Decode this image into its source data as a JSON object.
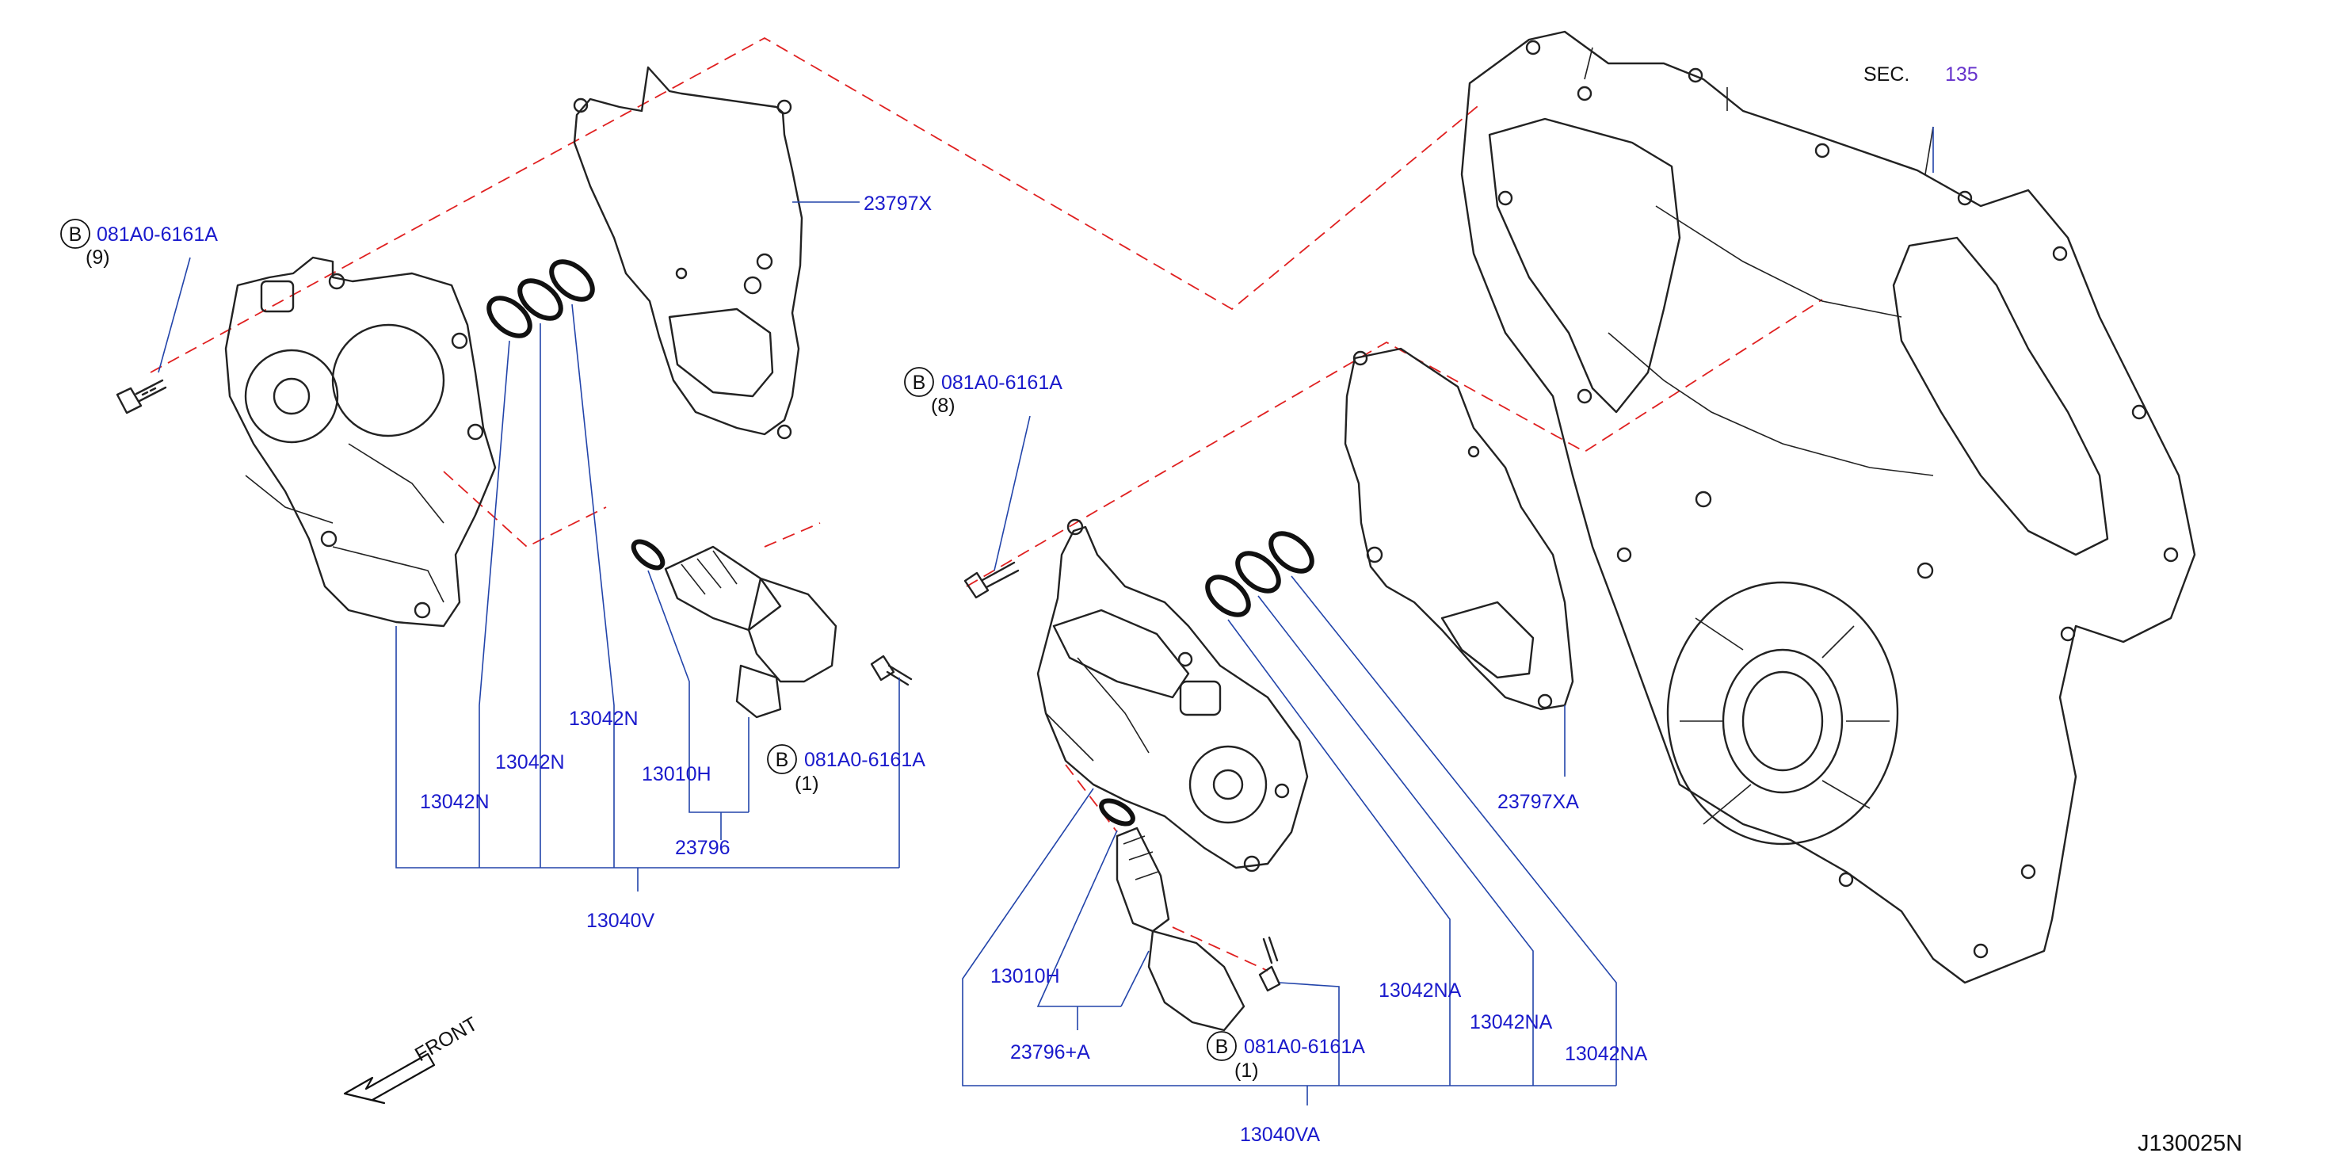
{
  "colors": {
    "label": "#1a1acc",
    "section_ref": "#6633cc",
    "leader": "#2244aa",
    "phantom_line": "#e02020",
    "outline": "#222222"
  },
  "section": {
    "prefix": "SEC.",
    "number": "135"
  },
  "front_indicator": "FRONT",
  "diagram_id": "J130025N",
  "bolt_symbol": "B",
  "left_assembly": {
    "bolt_top": {
      "part": "081A0-6161A",
      "qty": "(9)"
    },
    "gasket": "23797X",
    "oring_1": "13042N",
    "oring_2": "13042N",
    "oring_3": "13042N",
    "solenoid_oring": "13010H",
    "bolt_solenoid": {
      "part": "081A0-6161A",
      "qty": "(1)"
    },
    "solenoid": "23796",
    "assembly": "13040V"
  },
  "right_assembly": {
    "bolt_top": {
      "part": "081A0-6161A",
      "qty": "(8)"
    },
    "gasket": "23797XA",
    "oring_1": "13042NA",
    "oring_2": "13042NA",
    "oring_3": "13042NA",
    "solenoid_oring": "13010H",
    "bolt_solenoid": {
      "part": "081A0-6161A",
      "qty": "(1)"
    },
    "solenoid": "23796+A",
    "assembly": "13040VA"
  }
}
